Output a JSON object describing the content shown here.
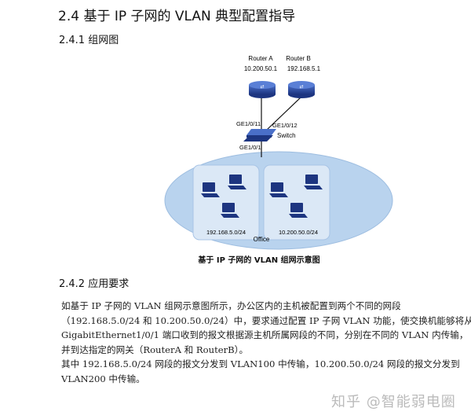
{
  "section_title": "2.4  基于 IP 子网的 VLAN 典型配置指导",
  "subsection1": "2.4.1  组网图",
  "diagram": {
    "router_a": {
      "name": "Router A",
      "ip": "10.200.50.1"
    },
    "router_b": {
      "name": "Router B",
      "ip": "192.168.5.1"
    },
    "switch": "Switch",
    "ports": {
      "a": "GE1/0/11",
      "b": "GE1/0/12",
      "down": "GE1/0/1"
    },
    "subnet_left": "192.168.5.0/24",
    "subnet_right": "10.200.50.0/24",
    "area": "Office",
    "caption": "基于 IP 子网的 VLAN 组网示意图",
    "colors": {
      "device": "#2a4aa0",
      "ellipse": "#b9d3ee",
      "box": "#dbe8f6"
    }
  },
  "subsection2": "2.4.2  应用要求",
  "paragraph_lines": [
    "如基于  IP  子网的  VLAN  组网示意图所示，办公区内的主机被配置到两个不同的网段",
    "（192.168.5.0/24  和  10.200.50.0/24）中，要求通过配置 IP 子网 VLAN 功能，使交换机能够将从",
    "GigabitEthernet1/0/1 端口收到的报文根据源主机所属网段的不同，分别在不同的 VLAN 内传输，",
    "并到达指定的网关（RouterA 和 RouterB）。",
    "其中  192.168.5.0/24  网段的报文分发到  VLAN100  中传输，10.200.50.0/24  网段的报文分发到",
    "VLAN200 中传输。"
  ],
  "watermark": "知乎 @智能弱电圈"
}
